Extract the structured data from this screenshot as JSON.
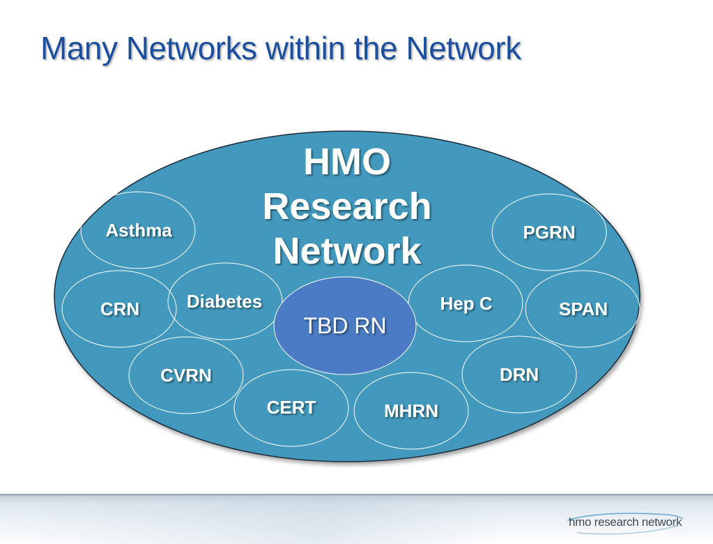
{
  "title": "Many Networks within the Network",
  "main_network": {
    "lines": [
      "HMO",
      "Research",
      "Network"
    ]
  },
  "center_network": "TBD RN",
  "networks": [
    "Asthma",
    "PGRN",
    "CRN",
    "Diabetes",
    "Hep C",
    "SPAN",
    "CVRN",
    "DRN",
    "CERT",
    "MHRN"
  ],
  "logo": {
    "text": "hmo research network"
  },
  "colors": {
    "title": "#1b4f9e",
    "main_ellipse": "#4299bd",
    "center_ellipse": "#4a7bc4",
    "circle_stroke": "#ffffff",
    "label": "#ffffff"
  }
}
